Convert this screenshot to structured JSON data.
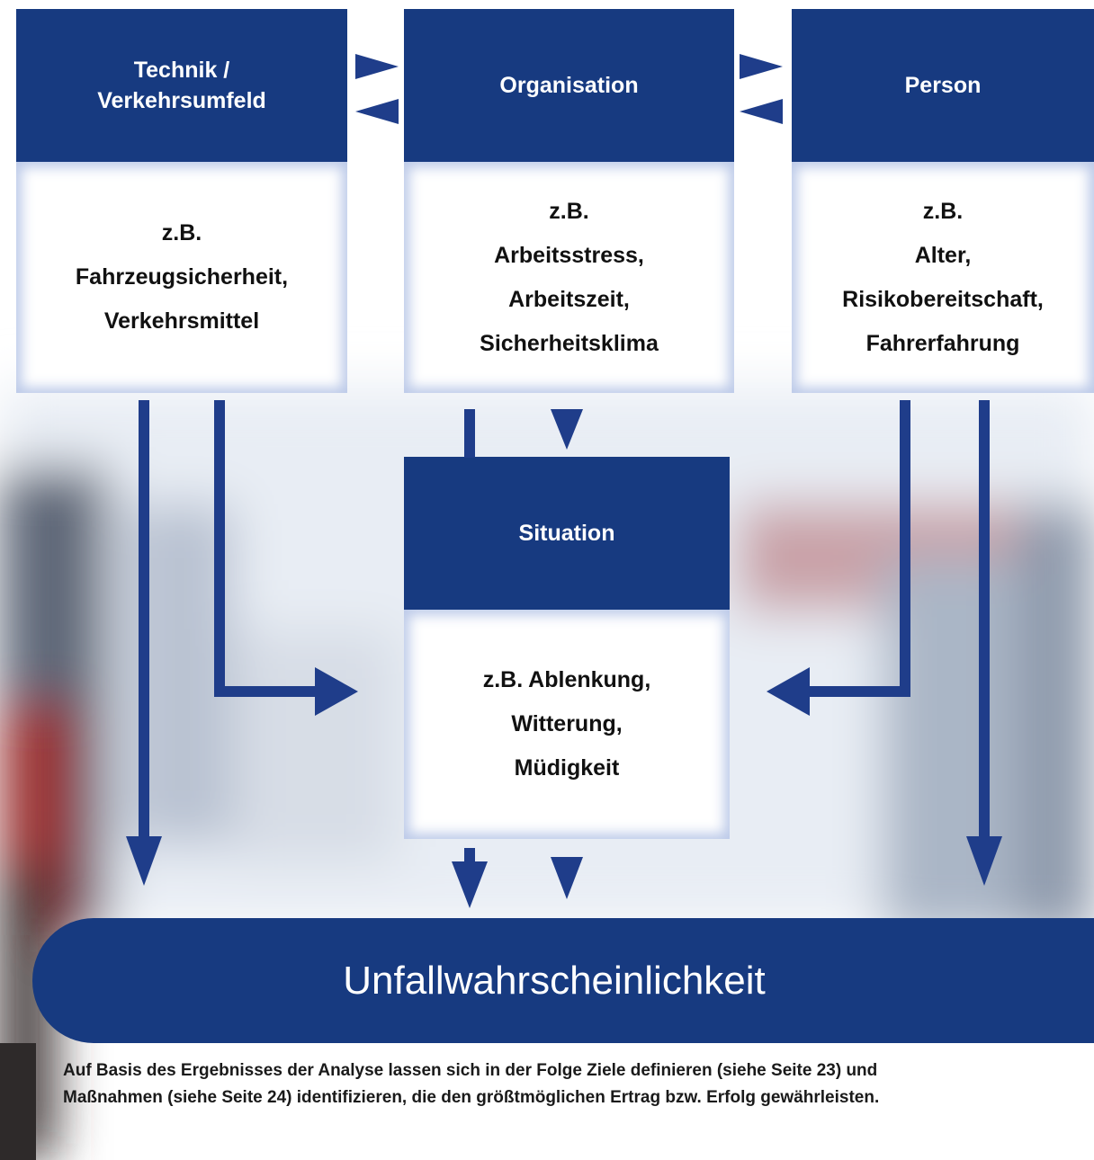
{
  "boxes": {
    "technik": {
      "title_line1": "Technik /",
      "title_line2": "Verkehrsumfeld",
      "body": [
        "z.B.",
        "Fahrzeugsicherheit,",
        "Verkehrsmittel"
      ]
    },
    "organisation": {
      "title": "Organisation",
      "body": [
        "z.B.",
        "Arbeitsstress,",
        "Arbeitszeit,",
        "Sicherheitsklima"
      ]
    },
    "person": {
      "title": "Person",
      "body": [
        "z.B.",
        "Alter,",
        "Risikobereitschaft,",
        "Fahrerfahrung"
      ]
    },
    "situation": {
      "title": "Situation",
      "body": [
        "z.B. Ablenkung,",
        "Witterung,",
        "Müdigkeit"
      ]
    }
  },
  "result": {
    "label": "Unfallwahrscheinlichkeit"
  },
  "footer": {
    "line1": "Auf Basis des Ergebnisses der Analyse lassen sich in der Folge Ziele definieren (siehe Seite 23) und",
    "line2": "Maßnahmen (siehe Seite 24) identifizieren, die den größtmöglichen Ertrag bzw. Erfolg gewährleisten."
  },
  "colors": {
    "primary_blue": "#173a80",
    "arrow_blue": "#1f3d8a",
    "box_body": "#ffffff"
  }
}
